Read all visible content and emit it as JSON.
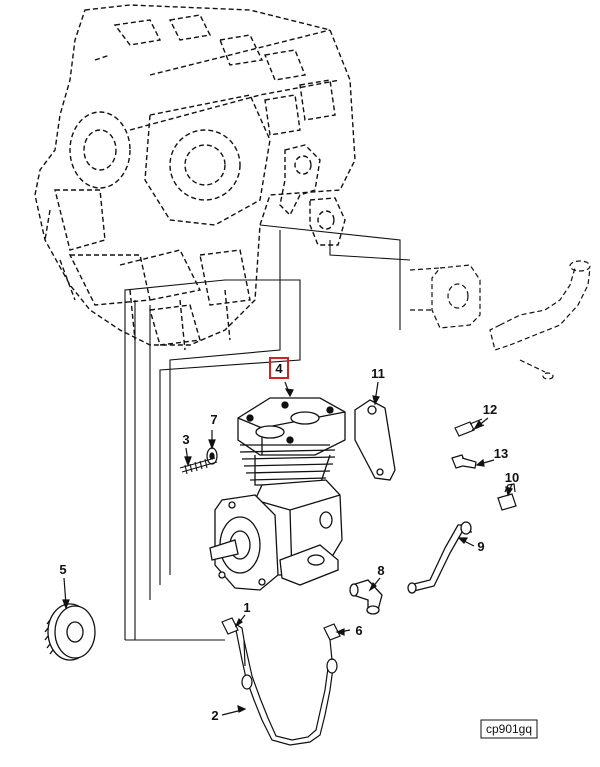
{
  "callouts": {
    "c1": "1",
    "c2": "2",
    "c3": "3",
    "c4": "4",
    "c5": "5",
    "c6": "6",
    "c7": "7",
    "c8": "8",
    "c9": "9",
    "c10": "10",
    "c11": "11",
    "c12": "12",
    "c13": "13"
  },
  "highlighted_callout": "4",
  "highlight_color": "#d62020",
  "reference_code": "cp901gq"
}
